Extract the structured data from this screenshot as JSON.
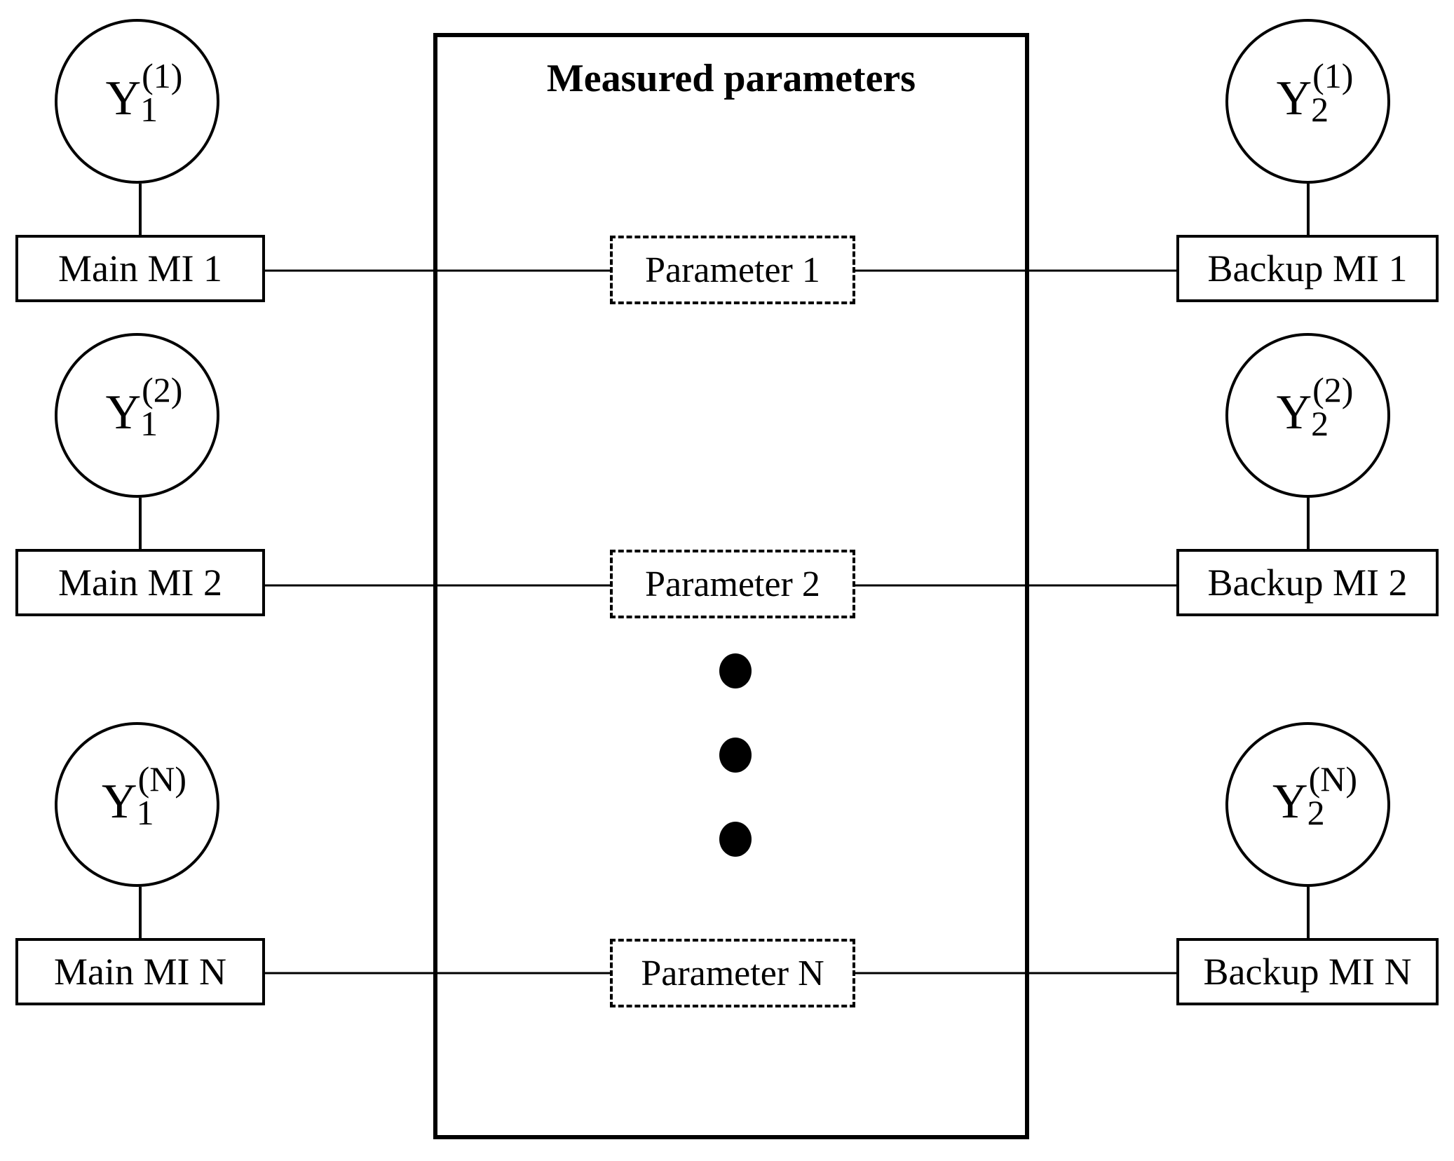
{
  "panel": {
    "title": "Measured parameters"
  },
  "diagram": {
    "rows": [
      {
        "left_circle": {
          "base": "Y",
          "sub": "1",
          "sup": "(1)"
        },
        "left_box": "Main MI 1",
        "parameter": "Parameter 1",
        "right_box": "Backup MI 1",
        "right_circle": {
          "base": "Y",
          "sub": "2",
          "sup": "(1)"
        }
      },
      {
        "left_circle": {
          "base": "Y",
          "sub": "1",
          "sup": "(2)"
        },
        "left_box": "Main MI 2",
        "parameter": "Parameter 2",
        "right_box": "Backup MI 2",
        "right_circle": {
          "base": "Y",
          "sub": "2",
          "sup": "(2)"
        }
      },
      {
        "left_circle": {
          "base": "Y",
          "sub": "1",
          "sup": "(N)"
        },
        "left_box": "Main MI N",
        "parameter": "Parameter N",
        "right_box": "Backup MI N",
        "right_circle": {
          "base": "Y",
          "sub": "2",
          "sup": "(N)"
        }
      }
    ],
    "ellipsis": {
      "glyph": "●",
      "count": 3
    }
  },
  "colors": {
    "stroke": "#000000",
    "background": "#ffffff"
  }
}
